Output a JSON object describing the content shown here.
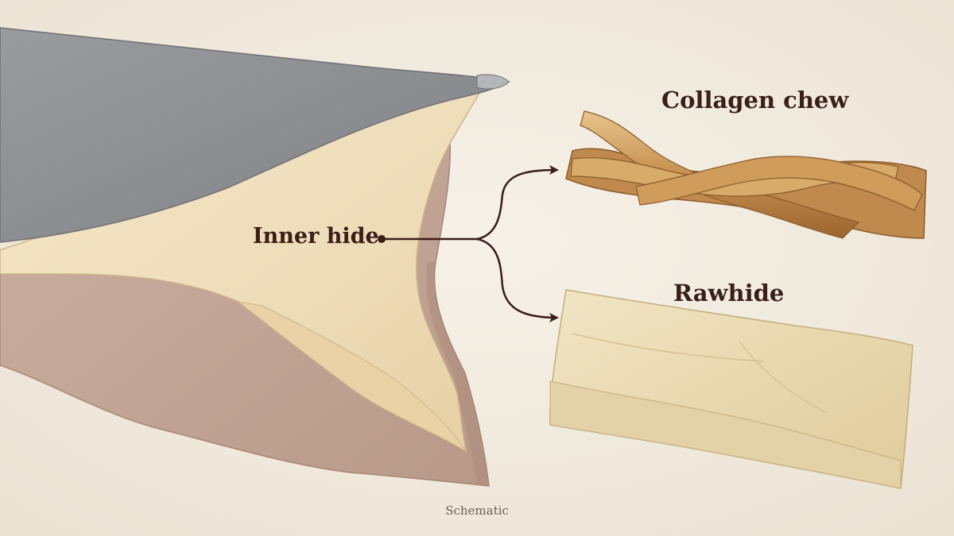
{
  "labels": {
    "inner_hide": "Inner hide",
    "collagen_chew": "Collagen chew",
    "rawhide": "Rawhide"
  },
  "caption": "Schematic",
  "colors": {
    "background": "#f3ece1",
    "outer_layer": "#8e8f92",
    "inner_layer": "#eedfc0",
    "bottom_layer": "#c4a89a",
    "ink": "#3a1e18",
    "braid": "#c99a5b",
    "rawhide": "#eadbb4"
  },
  "icons": {
    "arrow": "branching-arrow-icon"
  }
}
